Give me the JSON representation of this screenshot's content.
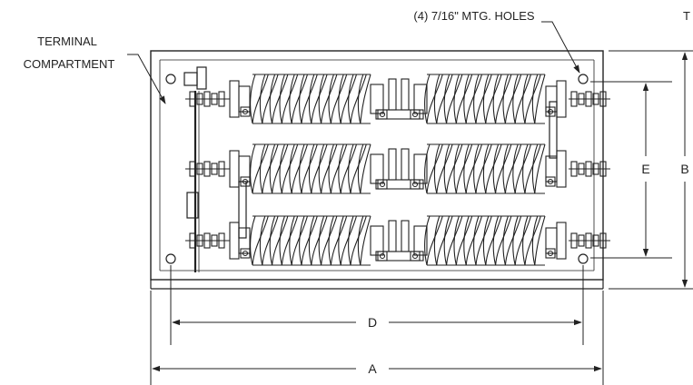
{
  "labels": {
    "terminal_line1": "TERMINAL",
    "terminal_line2": "COMPARTMENT",
    "mtg_holes": "(4) 7/16\" MTG. HOLES",
    "top_cut": "T"
  },
  "dimensions": {
    "a": "A",
    "b": "B",
    "d": "D",
    "e": "E"
  },
  "colors": {
    "line": "#222222",
    "background": "#ffffff"
  }
}
